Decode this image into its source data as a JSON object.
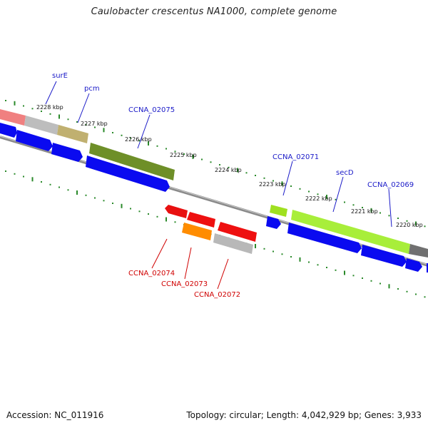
{
  "title": "Caulobacter crescentus NA1000, complete genome",
  "footer": {
    "accession": "Accession: NC_011916",
    "stats": "Topology: circular; Length: 4,042,929 bp; Genes: 3,933"
  },
  "colors": {
    "forward_label": "#1a1ac8",
    "reverse_label": "#d00000",
    "tick": "#2a8a2a",
    "backbone": "#808080",
    "cds_blue": "#0a0af0",
    "leader_gray": "#7a7a7a"
  },
  "ticks": [
    {
      "label": "2228 kbp"
    },
    {
      "label": "2227 kbp"
    },
    {
      "label": "2226 kbp"
    },
    {
      "label": "2225 kbp"
    },
    {
      "label": "2224 kbp"
    },
    {
      "label": "2223 kbp"
    },
    {
      "label": "2222 kbp"
    },
    {
      "label": "2221 kbp"
    },
    {
      "label": "2220 kbp"
    }
  ],
  "forward_gene_labels": [
    {
      "label": "surE"
    },
    {
      "label": "pcm"
    },
    {
      "label": "CCNA_02075"
    },
    {
      "label": "CCNA_02071"
    },
    {
      "label": "secD"
    },
    {
      "label": "CCNA_02069"
    }
  ],
  "reverse_gene_labels": [
    {
      "label": "CCNA_02074"
    },
    {
      "label": "CCNA_02073"
    },
    {
      "label": "CCNA_02072"
    }
  ]
}
